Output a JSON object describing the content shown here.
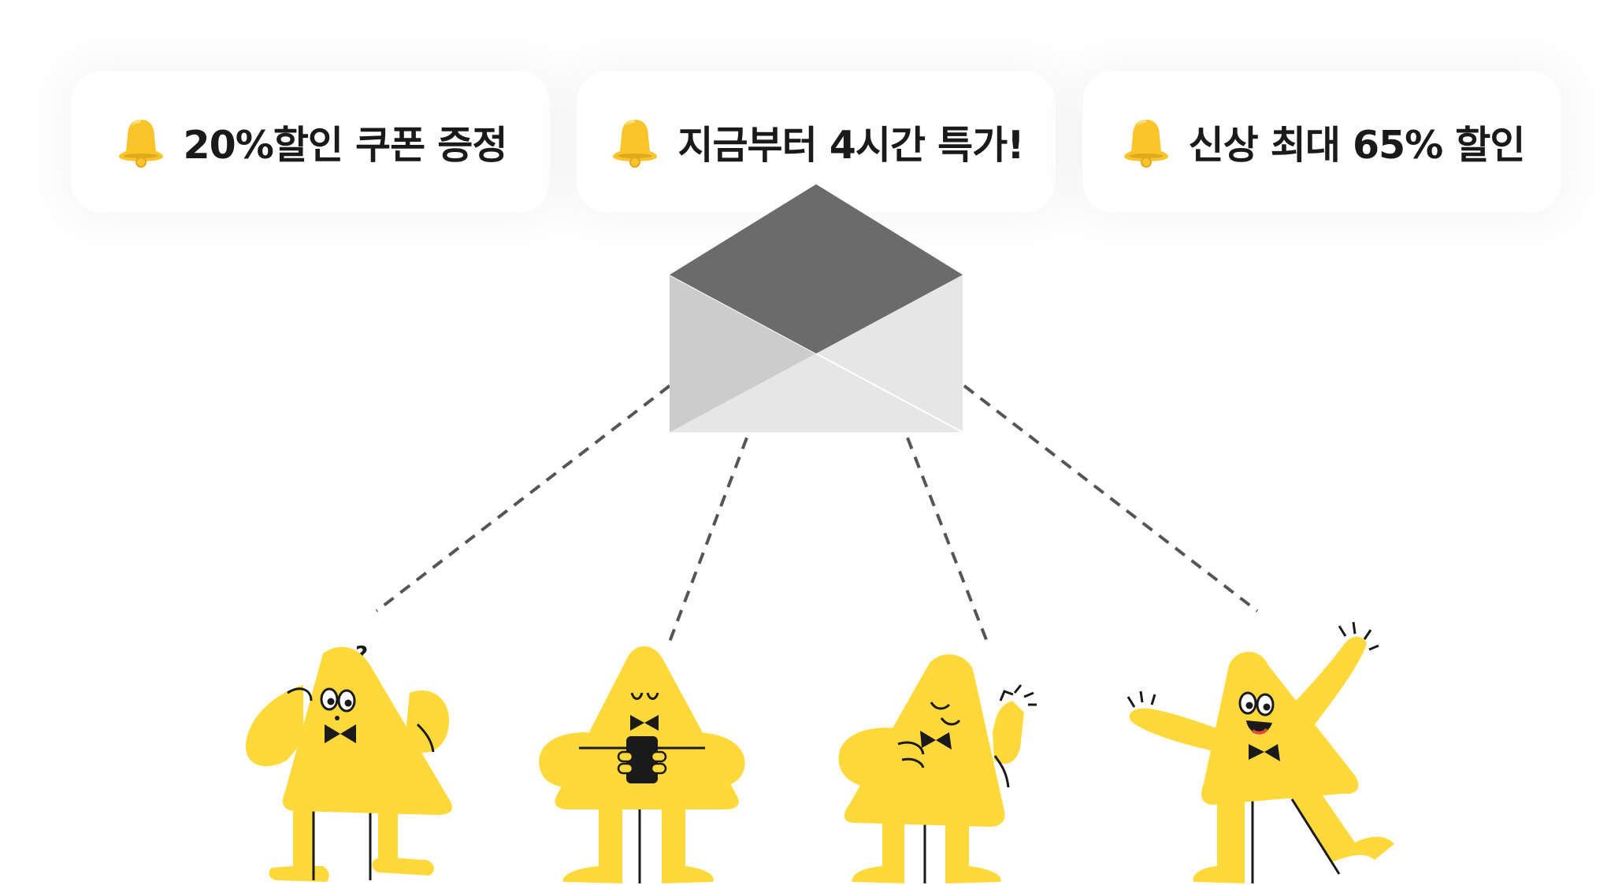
{
  "notifications": [
    {
      "icon": "bell-icon",
      "label": "20%할인 쿠폰 증정"
    },
    {
      "icon": "bell-icon",
      "label": "지금부터 4시간 특가!"
    },
    {
      "icon": "bell-icon",
      "label": "신상 최대 65% 할인"
    }
  ],
  "envelope": {
    "icon": "envelope-icon"
  },
  "characters": [
    {
      "name": "confused-character",
      "thought": "?"
    },
    {
      "name": "phone-character"
    },
    {
      "name": "thumbs-up-character"
    },
    {
      "name": "cheering-character"
    }
  ],
  "colors": {
    "character_yellow": "#FFD93B",
    "bell_yellow": "#F9C52B",
    "envelope_flap": "#6B6B6B",
    "envelope_left": "#CCCCCC",
    "envelope_right": "#E6E6E6",
    "connector": "#555555"
  }
}
